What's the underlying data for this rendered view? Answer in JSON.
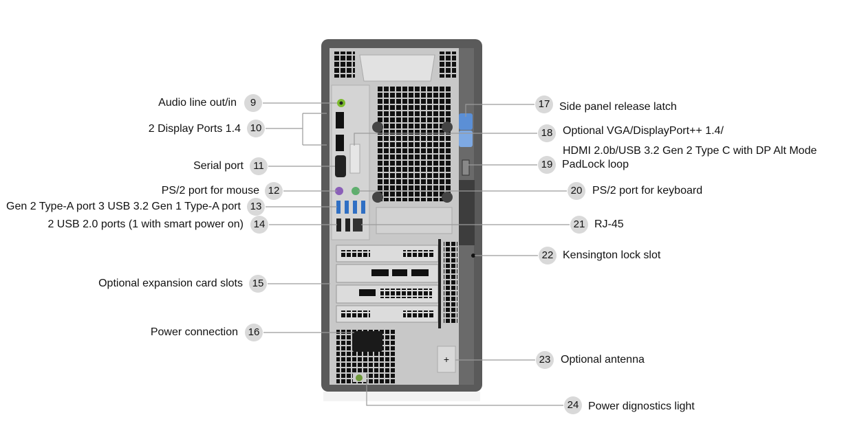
{
  "callouts_left": [
    {
      "num": "9",
      "label": "Audio line out/in"
    },
    {
      "num": "10",
      "label": "2 Display Ports 1.4"
    },
    {
      "num": "11",
      "label": "Serial port"
    },
    {
      "num": "12",
      "label": "PS/2 port for mouse"
    },
    {
      "num": "13",
      "label": "Gen 2 Type-A port 3 USB 3.2 Gen 1 Type-A port"
    },
    {
      "num": "14",
      "label": "2 USB 2.0 ports (1 with smart power on)"
    },
    {
      "num": "15",
      "label": "Optional expansion card slots"
    },
    {
      "num": "16",
      "label": "Power connection"
    }
  ],
  "callouts_right": [
    {
      "num": "17",
      "label": "Side panel release latch"
    },
    {
      "num": "18",
      "label": "Optional VGA/DisplayPort++ 1.4/",
      "label2": "HDMI 2.0b/USB 3.2 Gen 2 Type C with DP Alt Mode"
    },
    {
      "num": "19",
      "label": "PadLock loop"
    },
    {
      "num": "20",
      "label": "PS/2 port for keyboard"
    },
    {
      "num": "21",
      "label": "RJ-45"
    },
    {
      "num": "22",
      "label": "Kensington lock slot"
    },
    {
      "num": "23",
      "label": "Optional antenna"
    },
    {
      "num": "24",
      "label": "Power dignostics light"
    }
  ],
  "colors": {
    "case": "#5a5a5a",
    "panel": "#c9c9c9",
    "badge": "#d9d9d9",
    "line": "#9a9a9a",
    "latch": "#5b8fd6",
    "audio": "#7dbb2f",
    "mouse": "#8a5fb8",
    "keyboard": "#5fae6e",
    "usb3": "#2f6fc4"
  }
}
